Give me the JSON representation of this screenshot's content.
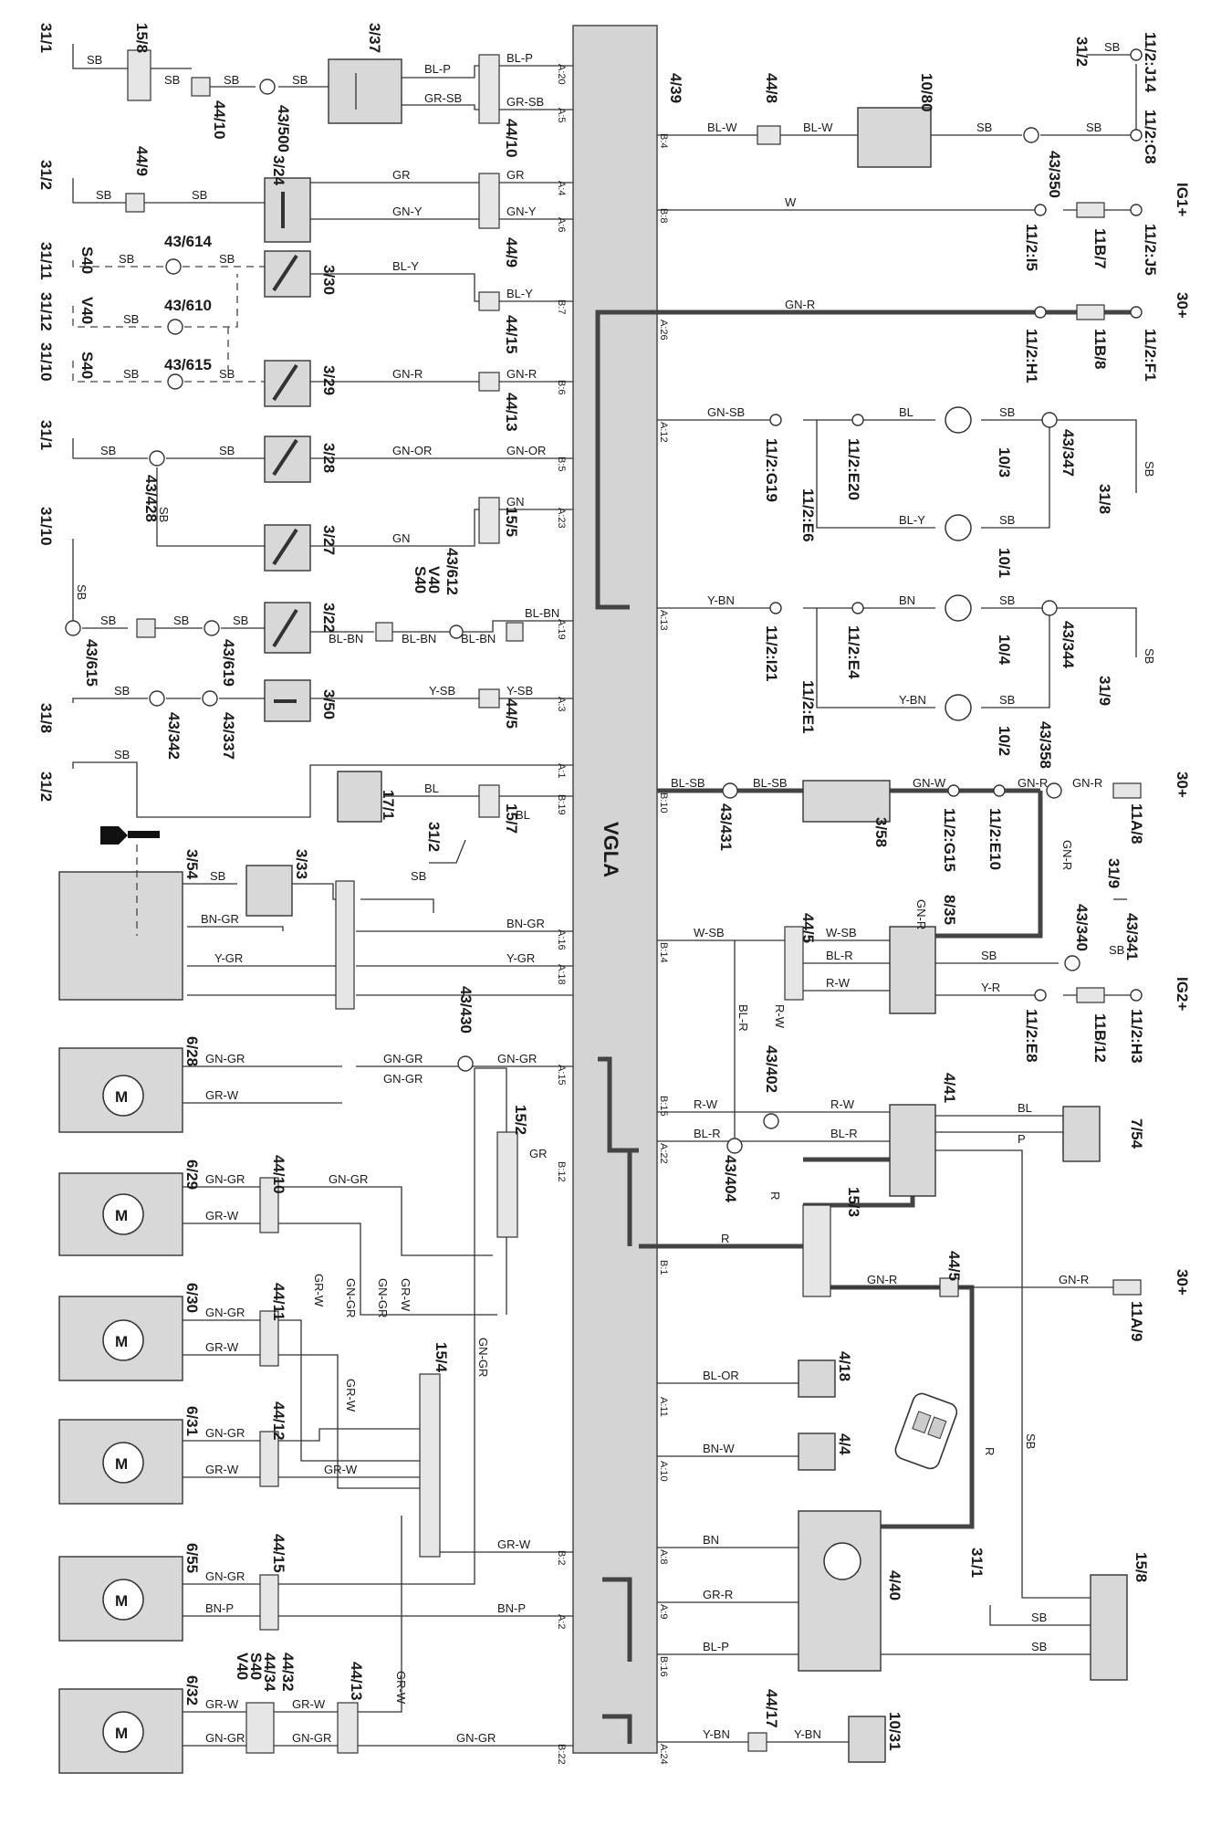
{
  "module": {
    "id": "4/39",
    "name": "VGLA"
  },
  "ground_points": [
    "31/1",
    "31/2",
    "31/11",
    "31/12",
    "31/10",
    "31/1",
    "31/10",
    "31/8",
    "31/2",
    "31/2",
    "31/8",
    "31/9",
    "31/9",
    "31/1"
  ],
  "supply_terminals": [
    "IG1+",
    "30+",
    "30+",
    "IG2+",
    "30+"
  ],
  "components": [
    {
      "id": "15/8",
      "label": "15/8"
    },
    {
      "id": "3/37",
      "label": "3/37"
    },
    {
      "id": "3/24",
      "label": "3/24"
    },
    {
      "id": "3/30",
      "label": "3/30"
    },
    {
      "id": "3/29",
      "label": "3/29"
    },
    {
      "id": "3/28",
      "label": "3/28"
    },
    {
      "id": "3/27",
      "label": "3/27"
    },
    {
      "id": "3/22",
      "label": "3/22"
    },
    {
      "id": "3/50",
      "label": "3/50"
    },
    {
      "id": "17/1",
      "label": "17/1"
    },
    {
      "id": "3/33",
      "label": "3/33"
    },
    {
      "id": "3/54",
      "label": "3/54"
    },
    {
      "id": "6/28",
      "label": "6/28"
    },
    {
      "id": "6/29",
      "label": "6/29"
    },
    {
      "id": "6/30",
      "label": "6/30"
    },
    {
      "id": "6/31",
      "label": "6/31"
    },
    {
      "id": "6/55",
      "label": "6/55"
    },
    {
      "id": "6/32",
      "label": "6/32"
    },
    {
      "id": "10/80",
      "label": "10/80"
    },
    {
      "id": "10/3",
      "label": "10/3"
    },
    {
      "id": "10/1",
      "label": "10/1"
    },
    {
      "id": "10/4",
      "label": "10/4"
    },
    {
      "id": "10/2",
      "label": "10/2"
    },
    {
      "id": "3/58",
      "label": "3/58"
    },
    {
      "id": "8/35",
      "label": "8/35"
    },
    {
      "id": "4/41",
      "label": "4/41"
    },
    {
      "id": "7/54",
      "label": "7/54"
    },
    {
      "id": "15/3",
      "label": "15/3"
    },
    {
      "id": "4/18",
      "label": "4/18"
    },
    {
      "id": "4/4",
      "label": "4/4"
    },
    {
      "id": "4/40",
      "label": "4/40"
    },
    {
      "id": "15/8b",
      "label": "15/8"
    },
    {
      "id": "10/31",
      "label": "10/31"
    }
  ],
  "connectors": [
    "44/10",
    "44/9",
    "44/15",
    "44/13",
    "15/5",
    "44/5",
    "15/7",
    "15/2",
    "44/11",
    "44/12",
    "15/4",
    "44/34",
    "44/32",
    "44/17",
    "44/8",
    "11B/7",
    "11B/8",
    "11B/12",
    "11A/8",
    "11A/9",
    "15/2"
  ],
  "splices": [
    "43/500",
    "43/614",
    "43/610",
    "43/615",
    "43/428",
    "43/612",
    "43/615",
    "43/619",
    "43/342",
    "43/337",
    "43/430",
    "43/350",
    "43/347",
    "43/344",
    "43/358",
    "43/431",
    "43/340",
    "43/341",
    "43/402",
    "43/404"
  ],
  "variants": {
    "s40": "S40",
    "v40": "V40"
  },
  "wire_colors": {
    "sb": "SB",
    "bl_p": "BL-P",
    "gr_sb": "GR-SB",
    "gr": "GR",
    "gn_y": "GN-Y",
    "bl_y": "BL-Y",
    "gn_r": "GN-R",
    "gn_or": "GN-OR",
    "gn": "GN",
    "bl_bn": "BL-BN",
    "y_sb": "Y-SB",
    "bl": "BL",
    "bn_gr": "BN-GR",
    "y_gr": "Y-GR",
    "gn_gr": "GN-GR",
    "gr_w": "GR-W",
    "bn_p": "BN-P",
    "bl_w": "BL-W",
    "w": "W",
    "gn_sb": "GN-SB",
    "bn": "BN",
    "y_bn": "Y-BN",
    "bl_sb": "BL-SB",
    "gn_w": "GN-W",
    "w_sb": "W-SB",
    "bl_r": "BL-R",
    "r_w": "R-W",
    "y_r": "Y-R",
    "p": "P",
    "r": "R",
    "bl_or": "BL-OR",
    "bn_w": "BN-W",
    "gr_r": "GR-R"
  },
  "module_pins": [
    "A:20",
    "A:5",
    "A:4",
    "A:6",
    "B:7",
    "B:6",
    "B:5",
    "A:23",
    "A:19",
    "A:3",
    "A:1",
    "B:19",
    "A:16",
    "A:18",
    "A:15",
    "B:12",
    "B:2",
    "A:2",
    "B:22",
    "B:4",
    "B:8",
    "A:26",
    "A:12",
    "A:13",
    "B:10",
    "B:14",
    "B:15",
    "A:22",
    "B:1",
    "A:11",
    "A:10",
    "A:8",
    "A:9",
    "B:16",
    "A:24"
  ],
  "connector_pins": [
    "11/2:J14",
    "11/2:C8",
    "11/2:I5",
    "11/2:J5",
    "11/2:H1",
    "11/2:F1",
    "11/2:G19",
    "11/2:E20",
    "11/2:E6",
    "11/2:I21",
    "11/2:E4",
    "11/2:E1",
    "11/2:G15",
    "11/2:E10",
    "11/2:E8",
    "11/2:H3"
  ],
  "motor_symbol": "M"
}
